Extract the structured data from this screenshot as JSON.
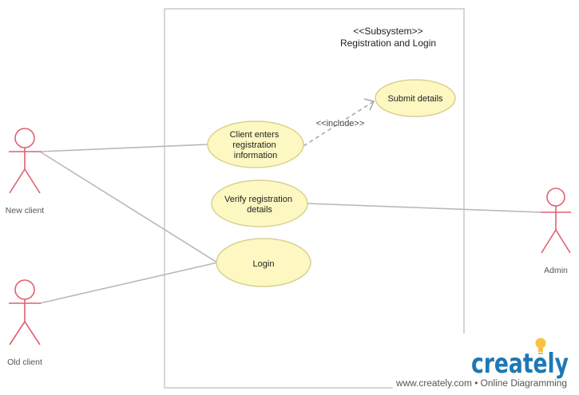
{
  "subsystem": {
    "stereotype": "<<Subsystem>>",
    "name": "Registration and Login"
  },
  "use_cases": {
    "client_enters": [
      "Client  enters",
      "registration",
      "information"
    ],
    "submit_details": [
      "Submit details"
    ],
    "verify": [
      "Verify registration",
      "details"
    ],
    "login": [
      "Login"
    ]
  },
  "include_label": "<<include>>",
  "actors": {
    "new_client": "New client",
    "old_client": "Old client",
    "admin": "Admin"
  },
  "watermark": {
    "logo": "creately",
    "url": "www.creately.com • Online Diagramming"
  },
  "colors": {
    "usecase_fill": "#fdf8c2",
    "usecase_stroke": "#d8d18e",
    "actor_stroke": "#e06070",
    "line": "#b8b8b8",
    "logo_blue": "#1e78b4",
    "logo_green": "#7dbb3b",
    "bulb": "#f5c242"
  }
}
